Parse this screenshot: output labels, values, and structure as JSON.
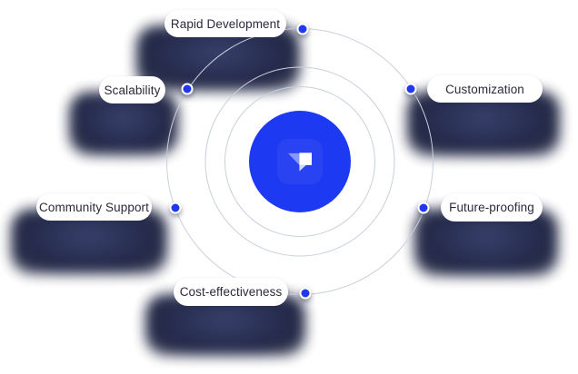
{
  "diagram": {
    "name": "orbit-feature-diagram",
    "colors": {
      "background": "#ffffff",
      "center_disc": "#1d39f2",
      "orbit_ring": "#c9d0dc",
      "dot": "#2238f0",
      "dot_border": "#ffffff",
      "pill_background": "#ffffff",
      "pill_text": "#2a2a3c",
      "shadow_blob": "#161c40"
    },
    "center": {
      "icon": "strapi-logo"
    },
    "labels": [
      {
        "text": "Rapid Development"
      },
      {
        "text": "Scalability"
      },
      {
        "text": "Customization"
      },
      {
        "text": "Community Support"
      },
      {
        "text": "Future-proofing"
      },
      {
        "text": "Cost-effectiveness"
      }
    ]
  }
}
